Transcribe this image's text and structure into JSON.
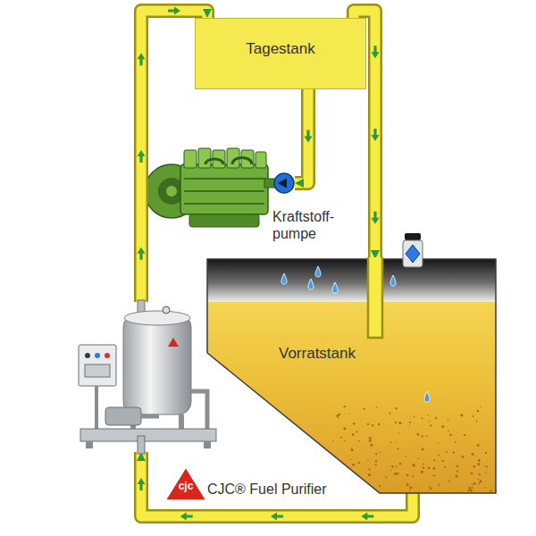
{
  "diagram": {
    "nodes": [
      {
        "text": [
          "Tagestank"
        ]
      },
      {
        "text": [
          "Kraftstoff- pumpe"
        ]
      },
      {
        "text": [
          "Vorratstank"
        ]
      },
      {
        "text": [
          "CJC® Fuel Purifier"
        ]
      }
    ],
    "edges": [
      {
        "from": 3,
        "to": 0,
        "arrow": "to"
      },
      {
        "from": 0,
        "to": 2,
        "arrow": "to"
      },
      {
        "from": 0,
        "to": 1,
        "arrow": "to"
      },
      {
        "from": 2,
        "to": 3,
        "arrow": "to"
      }
    ],
    "labels": [
      "cjc"
    ]
  }
}
